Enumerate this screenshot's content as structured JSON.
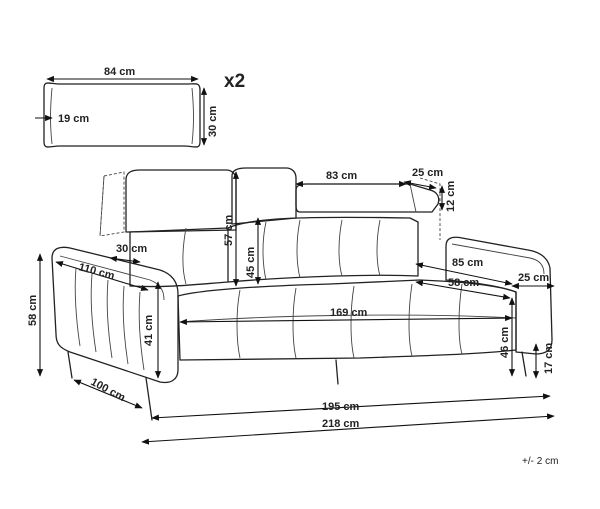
{
  "quantity_label": "x2",
  "tolerance": "+/- 2 cm",
  "dimensions": {
    "pillow_width": "84 cm",
    "pillow_depth": "19 cm",
    "pillow_height": "30 cm",
    "headrest_width": "83 cm",
    "headrest_depth": "25 cm",
    "headrest_height": "12 cm",
    "backrest_height": "57 cm",
    "backrest_inner_height": "45 cm",
    "back_cushion_depth": "30 cm",
    "side_depth": "110 cm",
    "armrest_depth": "85 cm",
    "armrest_width": "25 cm",
    "seat_depth": "58 cm",
    "seat_width": "169 cm",
    "total_height": "58 cm",
    "armrest_height": "41 cm",
    "seat_height": "46 cm",
    "leg_height": "17 cm",
    "total_depth": "100 cm",
    "inner_width": "195 cm",
    "total_width": "218 cm"
  }
}
